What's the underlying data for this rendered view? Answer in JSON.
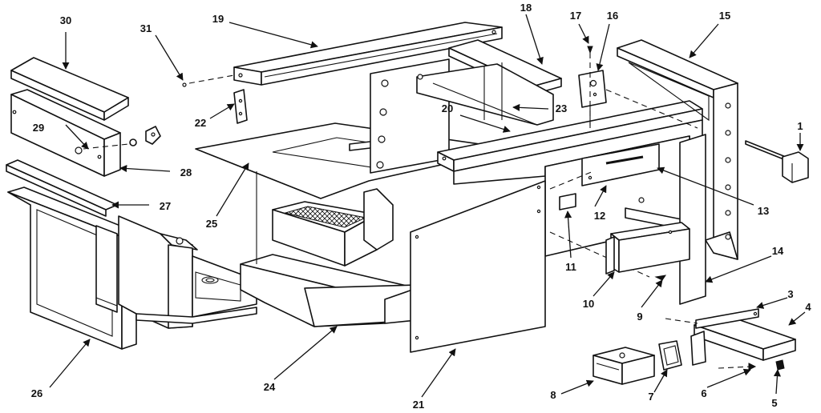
{
  "callouts": [
    "1",
    "3",
    "4",
    "5",
    "6",
    "7",
    "8",
    "9",
    "10",
    "11",
    "12",
    "13",
    "14",
    "15",
    "16",
    "17",
    "18",
    "19",
    "20",
    "21",
    "22",
    "23",
    "24",
    "25",
    "26",
    "27",
    "28",
    "29",
    "30",
    "31"
  ]
}
